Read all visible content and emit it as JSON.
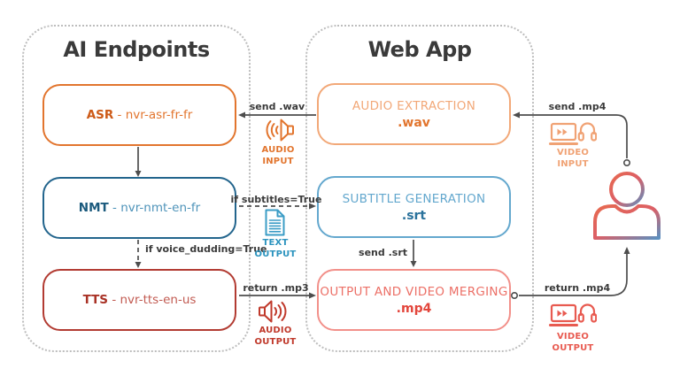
{
  "ai_endpoints": {
    "title": "AI Endpoints",
    "boxes": [
      {
        "name": "ASR",
        "service": " - nvr-asr-fr-fr"
      },
      {
        "name": "NMT",
        "service": " - nvr-nmt-en-fr"
      },
      {
        "name": "TTS",
        "service": " - nvr-tts-en-us"
      }
    ]
  },
  "web_app": {
    "title": "Web App",
    "boxes": [
      {
        "title": "AUDIO EXTRACTION",
        "format": ".wav"
      },
      {
        "title": "SUBTITLE GENERATION",
        "format": ".srt"
      },
      {
        "title": "OUTPUT AND VIDEO MERGING",
        "format": ".mp4"
      }
    ]
  },
  "labels": {
    "send_wav": "send .wav",
    "if_subtitles": "if subtitles=True",
    "if_voice_dudding": "if voice_dudding=True",
    "return_mp3": "return .mp3",
    "send_srt": "send .srt",
    "send_mp4": "send .mp4",
    "return_mp4": "return .mp4"
  },
  "io": {
    "audio_input": {
      "l1": "AUDIO",
      "l2": "INPUT"
    },
    "text_output": {
      "l1": "TEXT",
      "l2": "OUTPUT"
    },
    "audio_output": {
      "l1": "AUDIO",
      "l2": "OUTPUT"
    },
    "video_input": {
      "l1": "VIDEO",
      "l2": "INPUT"
    },
    "video_output": {
      "l1": "VIDEO",
      "l2": "OUTPUT"
    }
  },
  "colors": {
    "orange": "#e2752e",
    "orange_text": "#cd5a17",
    "orange_light": "#f2a878",
    "blue": "#23658d",
    "blue_text": "#1b5a7d",
    "blue_soft": "#4e93b9",
    "blue_light": "#64a8ce",
    "blue_format": "#2a729c",
    "cyan_icon": "#3b9cc6",
    "cyan_label": "#2b93be",
    "red": "#b23b32",
    "red_text": "#a93226",
    "red_soft": "#c25b52",
    "coral": "#f2908a",
    "coral_text": "#ec7067",
    "red_format": "#e3463c",
    "audio_out": "#c0392b",
    "video_in": "#f0a274",
    "video_out": "#e85a50",
    "ink": "#3a3a3a",
    "wire": "#4d4d4d",
    "frame": "#bdbdbd",
    "person_warm": "#e76a4f",
    "person_cool": "#5c90c0"
  }
}
